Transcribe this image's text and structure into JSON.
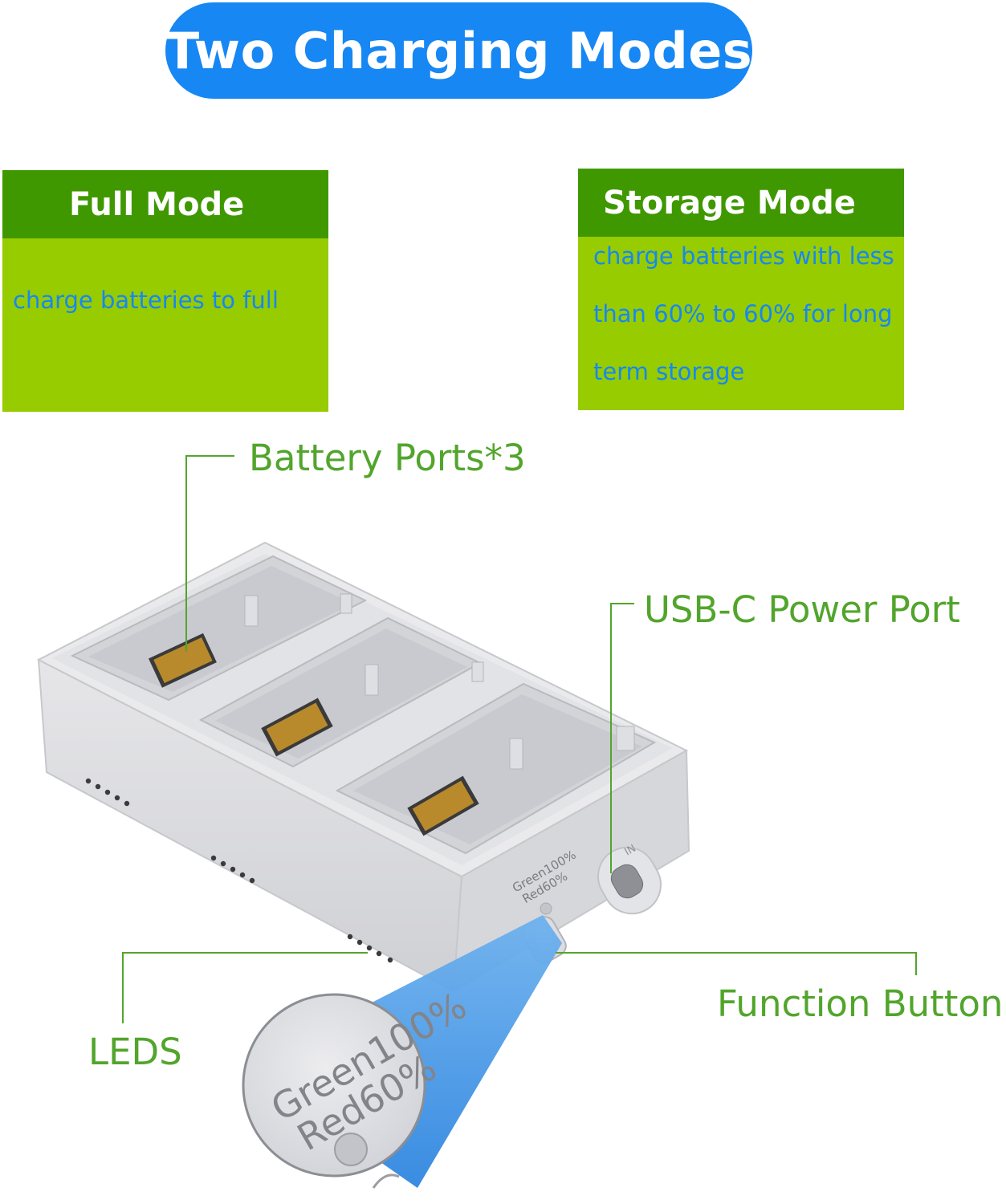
{
  "title": "Two Charging Modes",
  "modes": {
    "full": {
      "title": "Full Mode",
      "description": "charge batteries to full"
    },
    "storage": {
      "title": "Storage Mode",
      "description_lines": [
        "charge batteries with less",
        "than 60% to 60% for long",
        "term storage"
      ]
    }
  },
  "callouts": {
    "battery_ports": "Battery Ports*3",
    "usb_c": "USB-C Power Port",
    "function_button": "Function Button",
    "leds": "LEDS"
  },
  "device": {
    "led_label_line1": "Green100%",
    "led_label_line2": "Red60%",
    "port_label": "IN"
  },
  "colors": {
    "title_bg": "#1787f3",
    "header_green": "#3f9800",
    "box_green": "#96cc00",
    "callout_green": "#52a52c",
    "description_blue": "#1787f3"
  }
}
